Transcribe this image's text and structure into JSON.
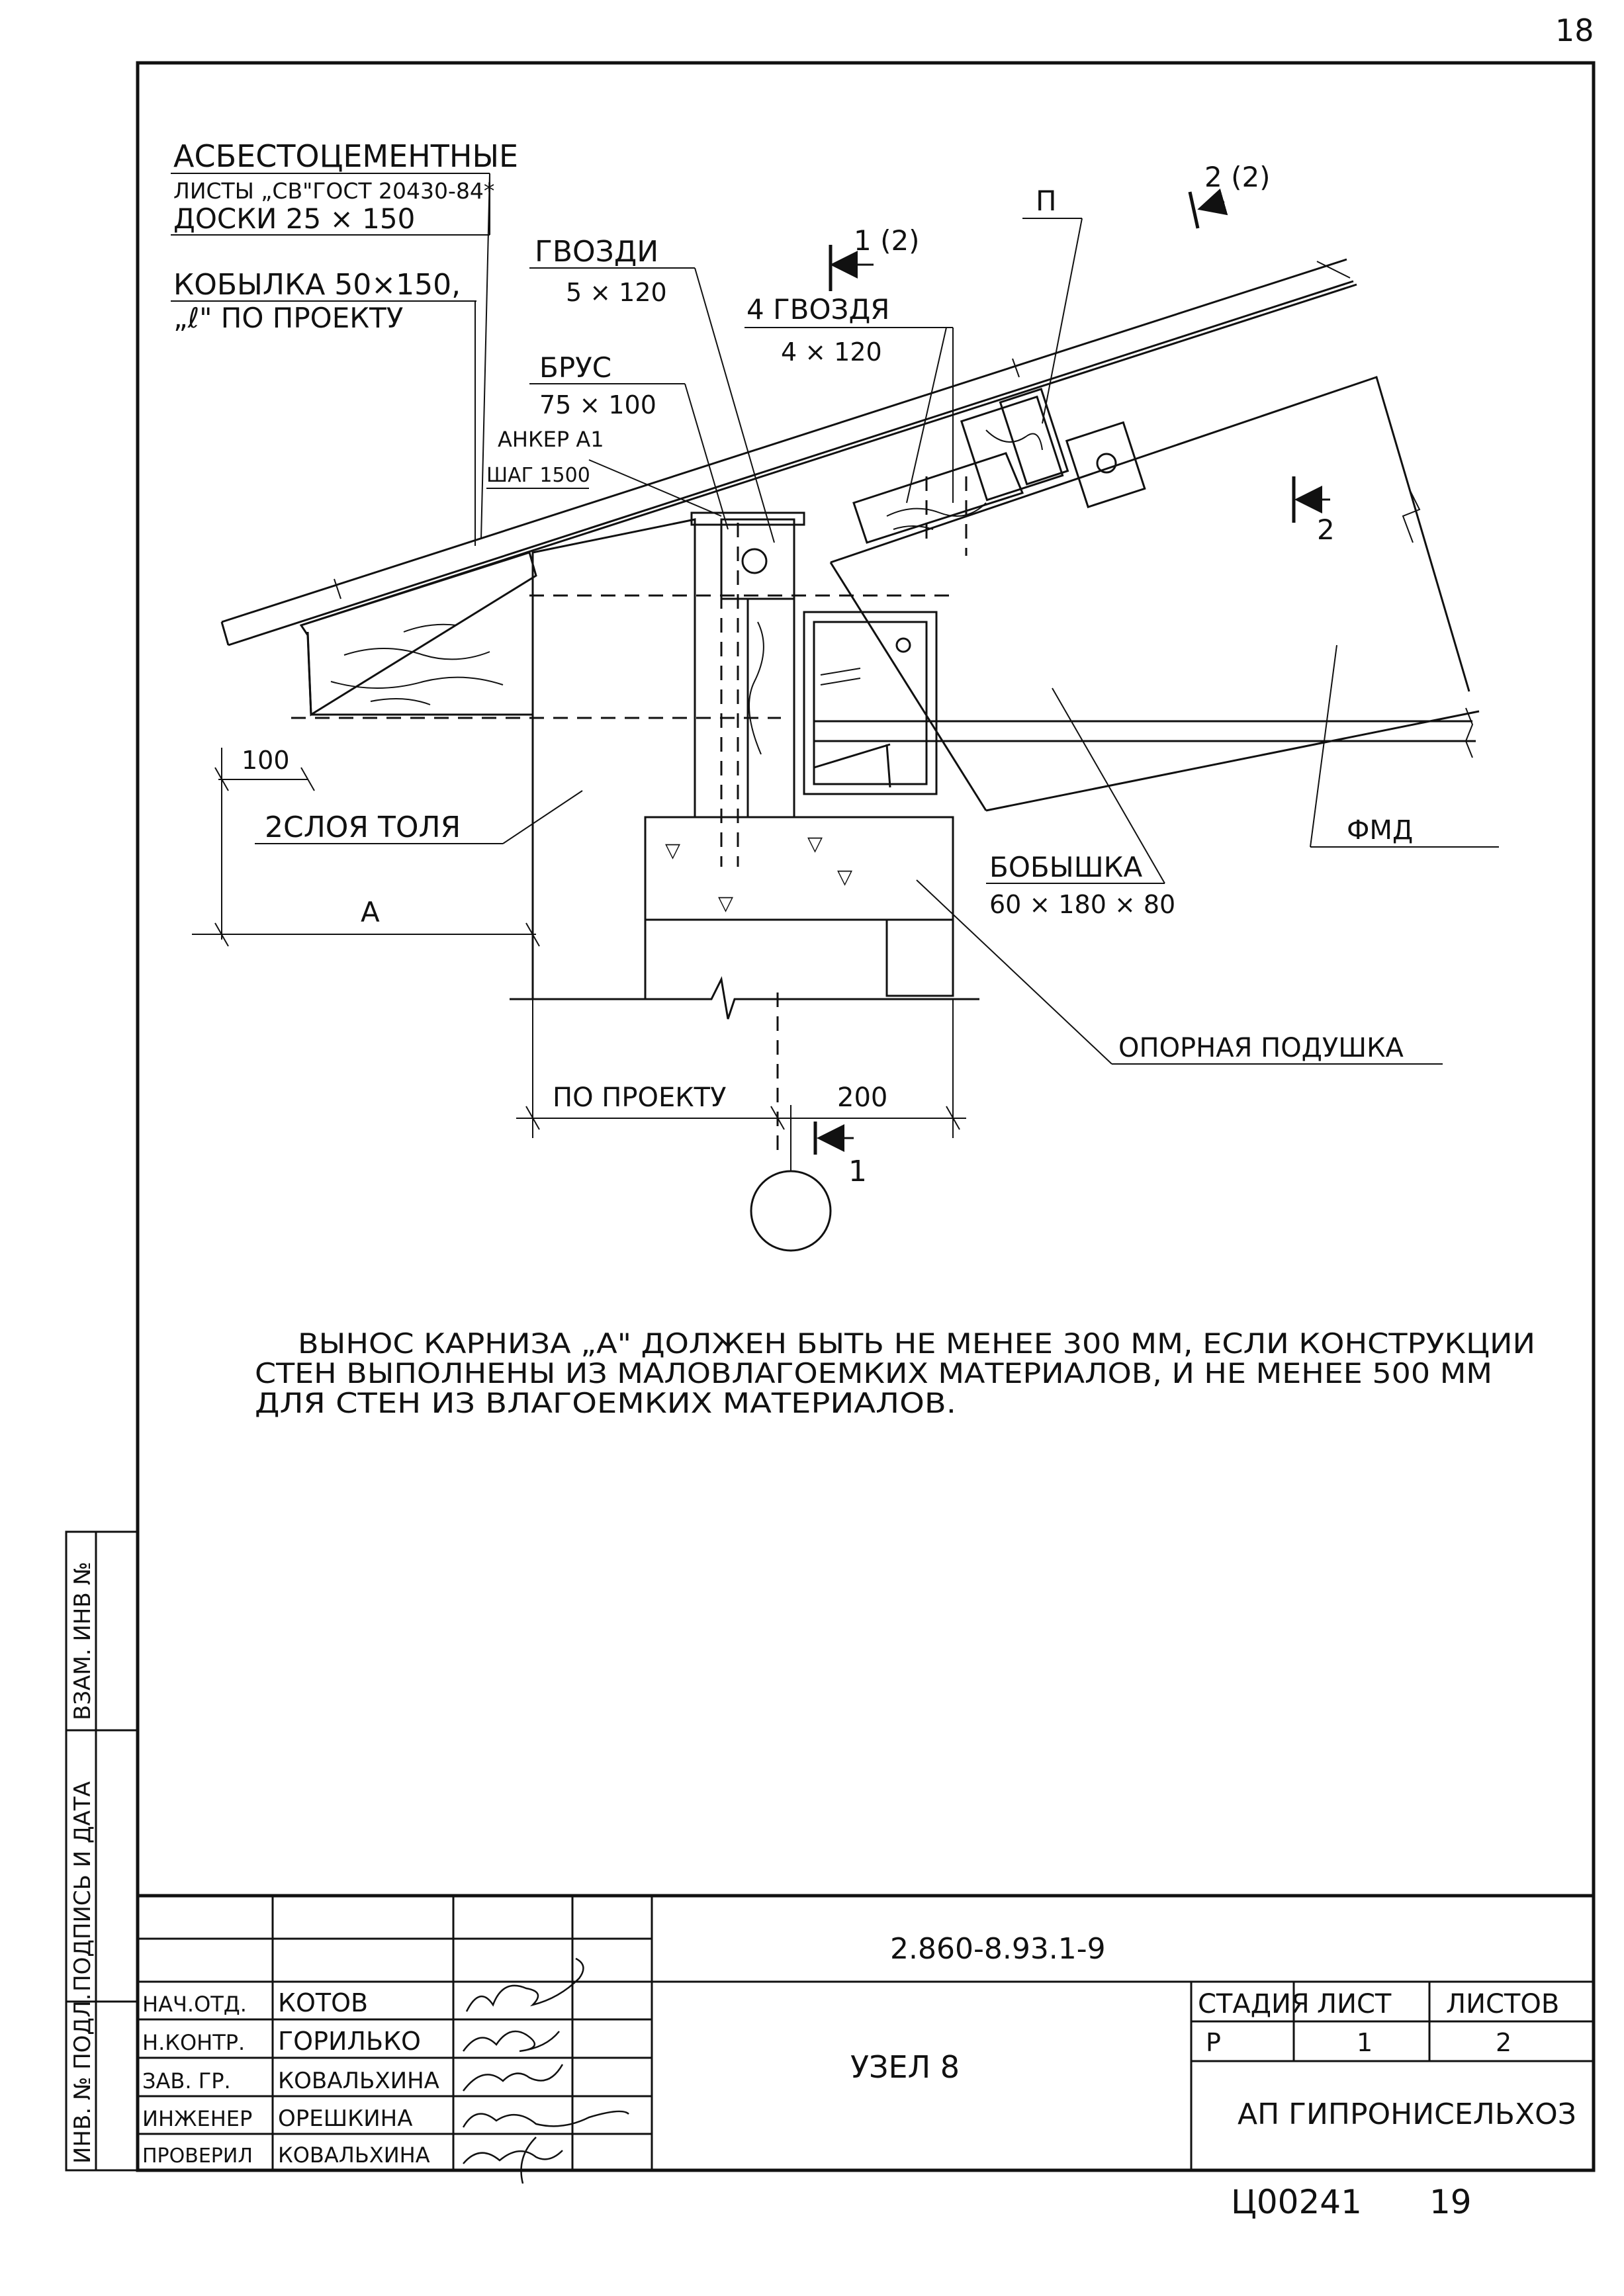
{
  "page_number": "18",
  "labels": {
    "asbestos_title": "АСБЕСТОЦЕМЕНТНЫЕ",
    "asbestos_gost": "ЛИСТЫ „СВ\"ГОСТ 20430-84*",
    "boards": "ДОСКИ 25 × 150",
    "kobylka": "КОБЫЛКА 50×150,",
    "kobylka_l": "„ℓ\" ПО ПРОЕКТУ",
    "nails": "ГВОЗДИ",
    "nails_size": "5 × 120",
    "brus": "БРУС",
    "brus_size": "75 × 100",
    "anchor": "АНКЕР А1",
    "anchor_step": "ШАГ 1500",
    "four_nails": "4 ГВОЗДЯ",
    "four_nails_size": "4 × 120",
    "section_1_2_top": "1 (2)",
    "section_2_2_top": "2 (2)",
    "section_p": "П",
    "section_2": "2",
    "section_1": "1",
    "dim_100": "100",
    "two_layers": "2СЛОЯ ТОЛЯ",
    "dim_a": "А",
    "bobyshka": "БОБЫШКА",
    "bobyshka_size": "60 × 180 × 80",
    "fmd": "ФМД",
    "support_pad": "ОПОРНАЯ ПОДУШКА",
    "by_project": "ПО ПРОЕКТУ",
    "dim_200": "200"
  },
  "note": {
    "line1": "ВЫНОС КАРНИЗА „А\" ДОЛЖЕН БЫТЬ НЕ МЕНЕЕ 300 ММ, ЕСЛИ КОНСТРУКЦИИ",
    "line2": "СТЕН ВЫПОЛНЕНЫ ИЗ МАЛОВЛАГОЕМКИХ МАТЕРИАЛОВ, И НЕ МЕНЕЕ 500 ММ",
    "line3": "ДЛЯ СТЕН ИЗ ВЛАГОЕМКИХ МАТЕРИАЛОВ."
  },
  "side_stamp": {
    "inv_podl": "ИНВ. № ПОДЛ.",
    "sign_date": "ПОДПИСЬ И ДАТА",
    "vzam_inv": "ВЗАМ. ИНВ №"
  },
  "title_block": {
    "doc_code": "2.860-8.93.1-9",
    "title": "УЗЕЛ 8",
    "organization": "АП ГИПРОНИСЕЛЬХОЗ",
    "stage_label": "СТАДИЯ",
    "sheet_label": "ЛИСТ",
    "sheets_label": "ЛИСТОВ",
    "stage": "Р",
    "sheet": "1",
    "sheets": "2",
    "roles": [
      {
        "role": "НАЧ.ОТД.",
        "name": "КОТОВ"
      },
      {
        "role": "Н.КОНТР.",
        "name": "ГОРИЛЬКО"
      },
      {
        "role": "ЗАВ. ГР.",
        "name": "КОВАЛЬХИНА"
      },
      {
        "role": "ИНЖЕНЕР",
        "name": "ОРЕШКИНА"
      },
      {
        "role": "ПРОВЕРИЛ",
        "name": "КОВАЛЬХИНА"
      }
    ]
  },
  "archive_number": "Ц00241",
  "archive_page": "19"
}
